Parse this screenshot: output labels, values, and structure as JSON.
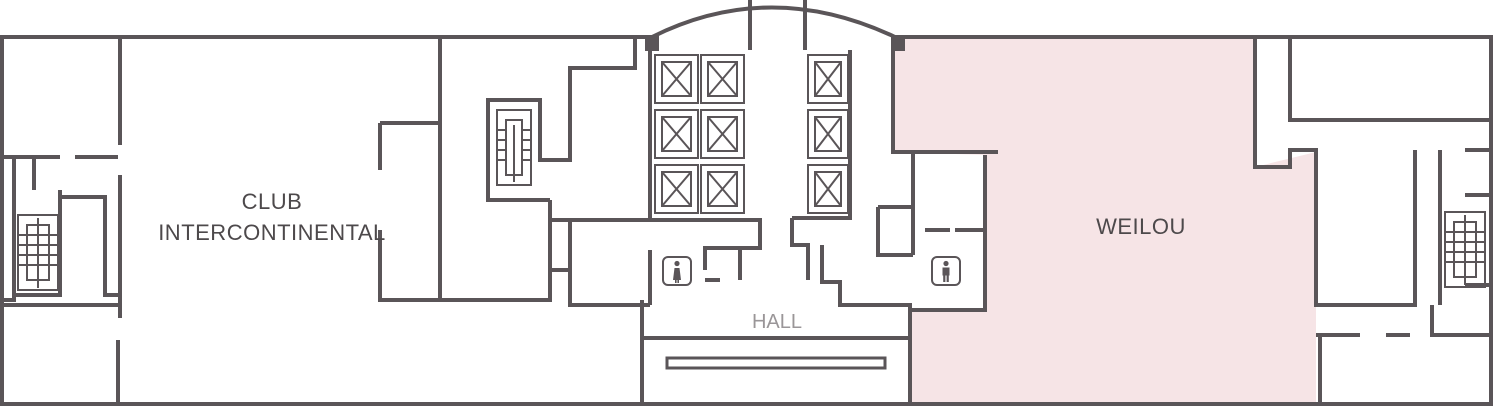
{
  "labels": {
    "club_line1": "CLUB",
    "club_line2": "INTERCONTINENTAL",
    "weilou": "WEILOU",
    "hall": "HALL"
  },
  "colors": {
    "wall": "#5a5558",
    "highlight_fill": "#f6e4e6",
    "label": "#4d494b",
    "hall_label": "#9a9698"
  },
  "icons": {
    "restroom_women": "female-restroom-icon",
    "restroom_men": "male-restroom-icon",
    "elevator": "elevator-icon",
    "stairs": "staircase-icon"
  }
}
